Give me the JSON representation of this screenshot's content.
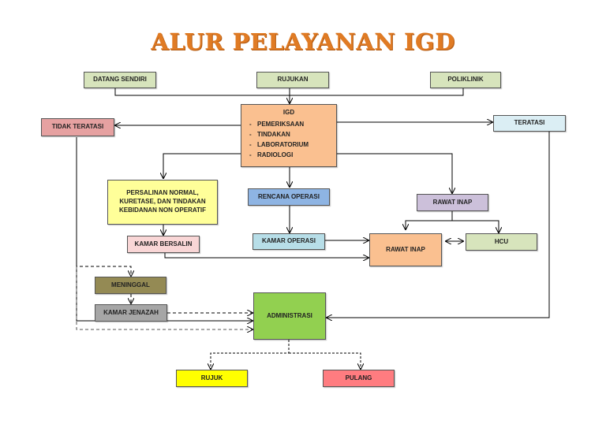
{
  "title": "ALUR PELAYANAN IGD",
  "colors": {
    "green_light": "#d7e4bc",
    "orange": "#fac090",
    "red": "#e6a1a1",
    "blue_light": "#dbeef4",
    "yellow": "#ffff99",
    "blue": "#8eb4e3",
    "purple_light": "#ccc0da",
    "pink_light": "#f9d6d6",
    "cyan": "#b7dee8",
    "olive": "#948a54",
    "gray": "#a6a6a6",
    "green": "#92d050",
    "bright_yellow": "#ffff00",
    "pink": "#ff7c80"
  },
  "nodes": {
    "datang_sendiri": "DATANG SENDIRI",
    "rujukan": "RUJUKAN",
    "poliklinik": "POLIKLINIK",
    "igd": {
      "title": "IGD",
      "items": [
        "PEMERIKSAAN",
        "TINDAKAN",
        "LABORATORIUM",
        "RADIOLOGI"
      ]
    },
    "tidak_teratasi": "TIDAK TERATASI",
    "teratasi": "TERATASI",
    "persalinan": "PERSALINAN NORMAL, KURETASE, DAN TINDAKAN KEBIDANAN NON OPERATIF",
    "rencana_operasi": "RENCANA OPERASI",
    "rawat_inap_top": "RAWAT INAP",
    "kamar_bersalin": "KAMAR BERSALIN",
    "kamar_operasi": "KAMAR OPERASI",
    "rawat_inap": "RAWAT INAP",
    "hcu": "HCU",
    "meninggal": "MENINGGAL",
    "kamar_jenazah": "KAMAR JENAZAH",
    "administrasi": "ADMINISTRASI",
    "rujuk": "RUJUK",
    "pulang": "PULANG"
  }
}
